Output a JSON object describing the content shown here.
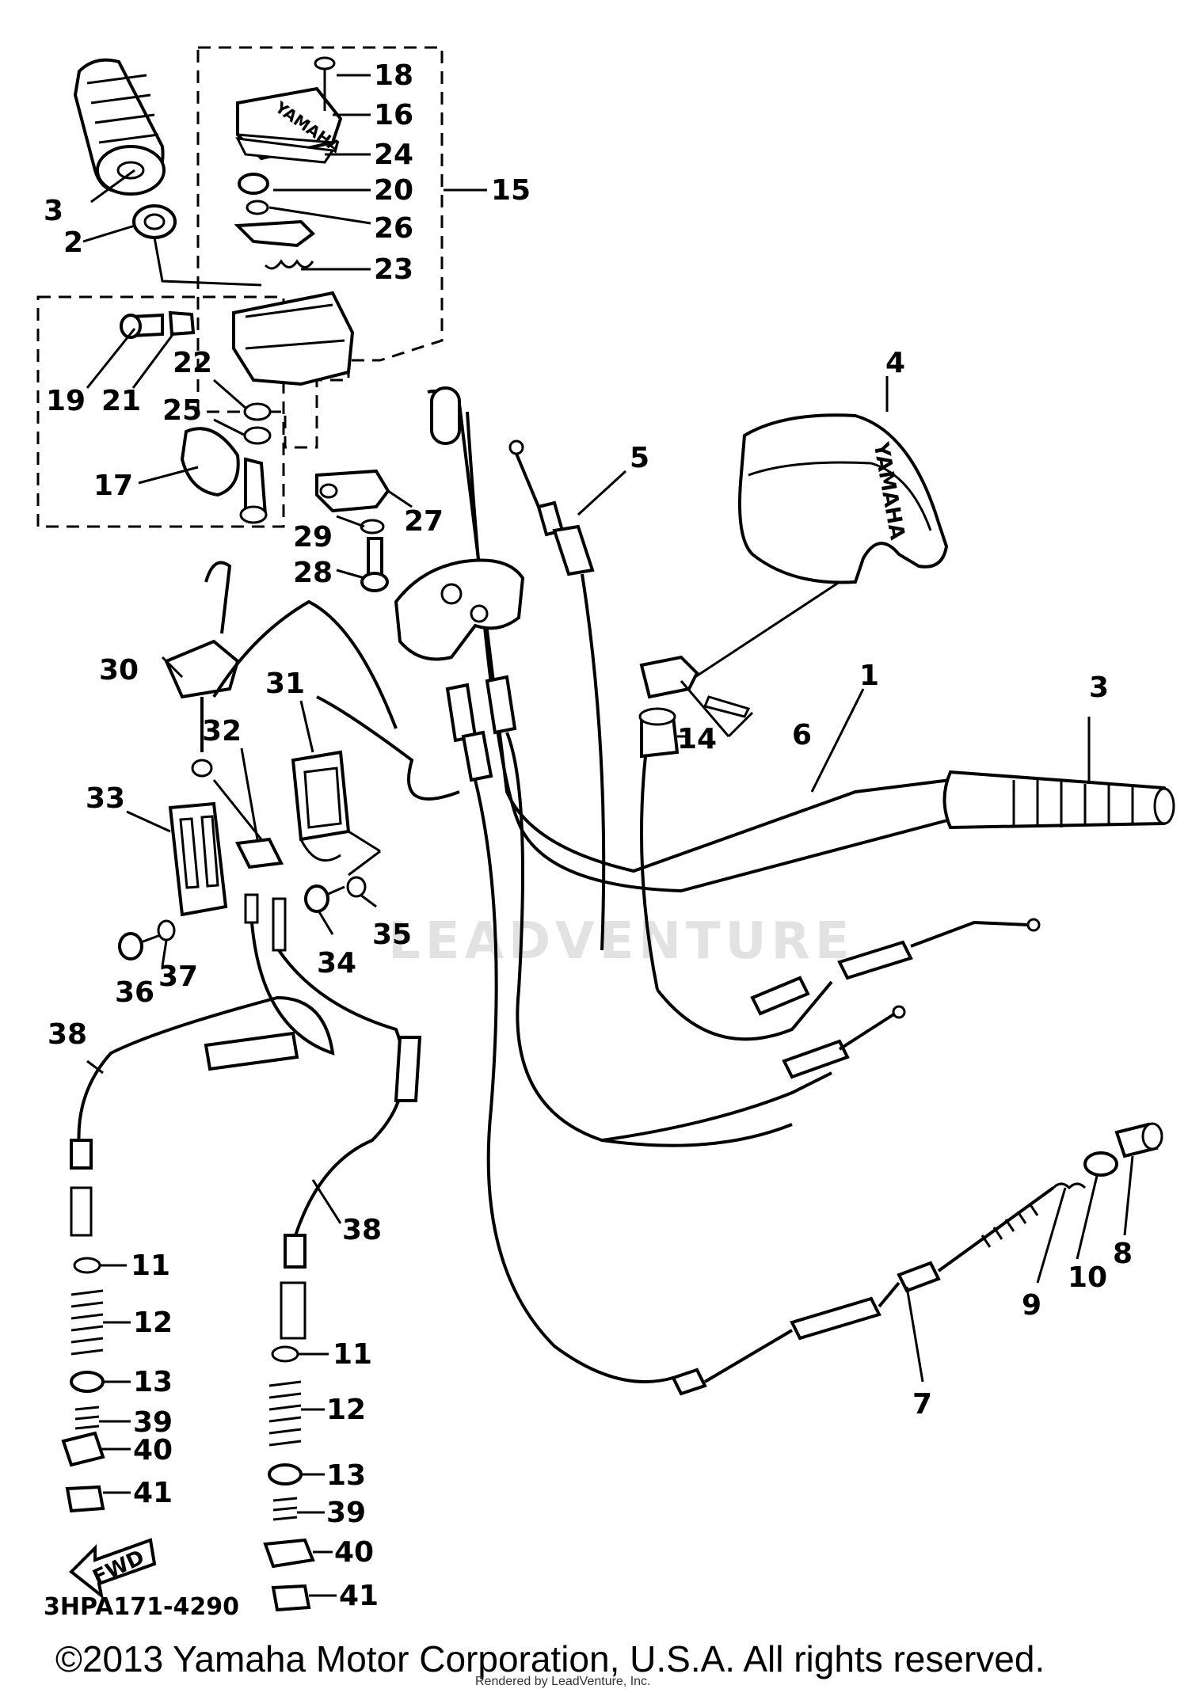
{
  "diagram": {
    "code": "3HPA171-4290",
    "copyright": "©2013 Yamaha Motor Corporation, U.S.A. All rights reserved.",
    "rendered_by": "Rendered by LeadVenture, Inc.",
    "watermark": "LEADVENTURE",
    "brand_marks": [
      "YAMAHA",
      "YAMAHA"
    ],
    "fwd_label": "FWD",
    "callouts": [
      {
        "id": "c1",
        "text": "1"
      },
      {
        "id": "c2",
        "text": "2"
      },
      {
        "id": "c3a",
        "text": "3"
      },
      {
        "id": "c3b",
        "text": "3"
      },
      {
        "id": "c4",
        "text": "4"
      },
      {
        "id": "c5",
        "text": "5"
      },
      {
        "id": "c6",
        "text": "6"
      },
      {
        "id": "c7",
        "text": "7"
      },
      {
        "id": "c8",
        "text": "8"
      },
      {
        "id": "c9",
        "text": "9"
      },
      {
        "id": "c10",
        "text": "10"
      },
      {
        "id": "c11a",
        "text": "11"
      },
      {
        "id": "c11b",
        "text": "11"
      },
      {
        "id": "c12a",
        "text": "12"
      },
      {
        "id": "c12b",
        "text": "12"
      },
      {
        "id": "c13a",
        "text": "13"
      },
      {
        "id": "c13b",
        "text": "13"
      },
      {
        "id": "c14",
        "text": "14"
      },
      {
        "id": "c15",
        "text": "15"
      },
      {
        "id": "c16",
        "text": "16"
      },
      {
        "id": "c17",
        "text": "17"
      },
      {
        "id": "c18",
        "text": "18"
      },
      {
        "id": "c19",
        "text": "19"
      },
      {
        "id": "c20",
        "text": "20"
      },
      {
        "id": "c21",
        "text": "21"
      },
      {
        "id": "c22",
        "text": "22"
      },
      {
        "id": "c23",
        "text": "23"
      },
      {
        "id": "c24",
        "text": "24"
      },
      {
        "id": "c25",
        "text": "25"
      },
      {
        "id": "c26",
        "text": "26"
      },
      {
        "id": "c27",
        "text": "27"
      },
      {
        "id": "c28",
        "text": "28"
      },
      {
        "id": "c29",
        "text": "29"
      },
      {
        "id": "c30",
        "text": "30"
      },
      {
        "id": "c31",
        "text": "31"
      },
      {
        "id": "c32",
        "text": "32"
      },
      {
        "id": "c33",
        "text": "33"
      },
      {
        "id": "c34",
        "text": "34"
      },
      {
        "id": "c35",
        "text": "35"
      },
      {
        "id": "c36",
        "text": "36"
      },
      {
        "id": "c37",
        "text": "37"
      },
      {
        "id": "c38a",
        "text": "38"
      },
      {
        "id": "c38b",
        "text": "38"
      },
      {
        "id": "c39a",
        "text": "39"
      },
      {
        "id": "c39b",
        "text": "39"
      },
      {
        "id": "c40a",
        "text": "40"
      },
      {
        "id": "c40b",
        "text": "40"
      },
      {
        "id": "c41a",
        "text": "41"
      },
      {
        "id": "c41b",
        "text": "41"
      }
    ]
  }
}
